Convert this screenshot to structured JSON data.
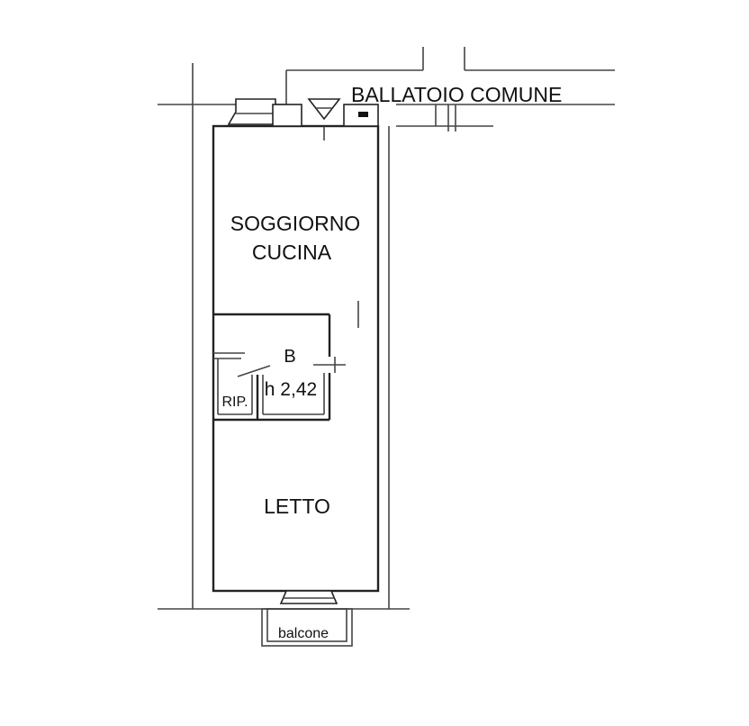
{
  "plan": {
    "corridor_label": "BALLATOIO COMUNE",
    "living_label_line1": "SOGGIORNO",
    "living_label_line2": "CUCINA",
    "bathroom_label": "B",
    "height_label": "h 2,42",
    "storage_label": "RIP.",
    "bedroom_label": "LETTO",
    "balcony_label": "balcone"
  }
}
